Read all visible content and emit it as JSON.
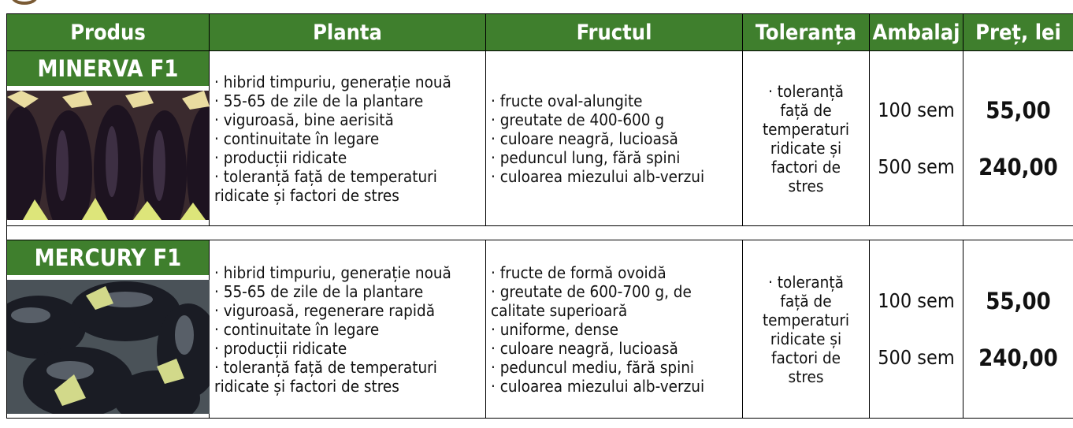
{
  "headers": [
    "Produs",
    "Planta",
    "Fructul",
    "Toleranța",
    "Ambalaj",
    "Preț, lei"
  ],
  "products": [
    {
      "name": "MINERVA F1",
      "image_icon": "eggplant-photo",
      "planta": [
        "· hibrid timpuriu, generație nouă",
        "· 55-65 de zile de la plantare",
        "· viguroasă, bine aerisită",
        "· continuitate în legare",
        "· producții ridicate",
        "· toleranță față de temperaturi ridicate și factori de stres"
      ],
      "fructul": [
        "· fructe oval-alungite",
        "· greutate de 400-600 g",
        "· culoare neagră, lucioasă",
        "· peduncul lung, fără spini",
        "· culoarea miezului alb-verzui"
      ],
      "toleranta": "· toleranță față de temperaturi ridicate și factori de stres",
      "ambalaj": [
        "100 sem",
        "500 sem"
      ],
      "pret": [
        "55,00",
        "240,00"
      ]
    },
    {
      "name": "MERCURY F1",
      "image_icon": "eggplant-photo",
      "planta": [
        "· hibrid timpuriu, generație nouă",
        "· 55-65 de zile de la plantare",
        "· viguroasă, regenerare rapidă",
        "· continuitate în legare",
        "· producții ridicate",
        "· toleranță față de temperaturi ridicate și factori de stres"
      ],
      "fructul": [
        "· fructe de formă ovoidă",
        "· greutate de 600-700 g, de calitate superioară",
        "· uniforme, dense",
        "· culoare neagră, lucioasă",
        "· peduncul mediu, fără spini",
        "· culoarea miezului alb-verzui"
      ],
      "toleranta": "· toleranță față de temperaturi ridicate și factori de stres",
      "ambalaj": [
        "100 sem",
        "500 sem"
      ],
      "pret": [
        "55,00",
        "240,00"
      ]
    }
  ],
  "colors": {
    "header_green": "#3f7f2d",
    "header_text": "#ffffff",
    "border": "#000000"
  }
}
